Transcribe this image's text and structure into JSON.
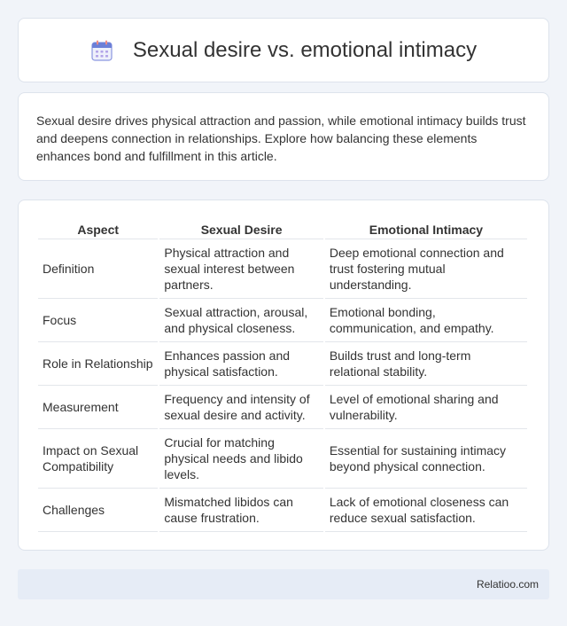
{
  "header": {
    "icon": "calendar-icon",
    "title": "Sexual desire vs. emotional intimacy"
  },
  "intro": {
    "text": "Sexual desire drives physical attraction and passion, while emotional intimacy builds trust and deepens connection in relationships. Explore how balancing these elements enhances bond and fulfillment in this article."
  },
  "table": {
    "headers": [
      "Aspect",
      "Sexual Desire",
      "Emotional Intimacy"
    ],
    "rows": [
      [
        "Definition",
        "Physical attraction and sexual interest between partners.",
        "Deep emotional connection and trust fostering mutual understanding."
      ],
      [
        "Focus",
        "Sexual attraction, arousal, and physical closeness.",
        "Emotional bonding, communication, and empathy."
      ],
      [
        "Role in Relationship",
        "Enhances passion and physical satisfaction.",
        "Builds trust and long-term relational stability."
      ],
      [
        "Measurement",
        "Frequency and intensity of sexual desire and activity.",
        "Level of emotional sharing and vulnerability."
      ],
      [
        "Impact on Sexual Compatibility",
        "Crucial for matching physical needs and libido levels.",
        "Essential for sustaining intimacy beyond physical connection."
      ],
      [
        "Challenges",
        "Mismatched libidos can cause frustration.",
        "Lack of emotional closeness can reduce sexual satisfaction."
      ]
    ]
  },
  "footer": {
    "brand": "Relatioo.com"
  },
  "colors": {
    "background": "#f1f4f9",
    "card": "#ffffff",
    "footer": "#e6ecf6",
    "icon_accent": "#6b7fd7"
  }
}
